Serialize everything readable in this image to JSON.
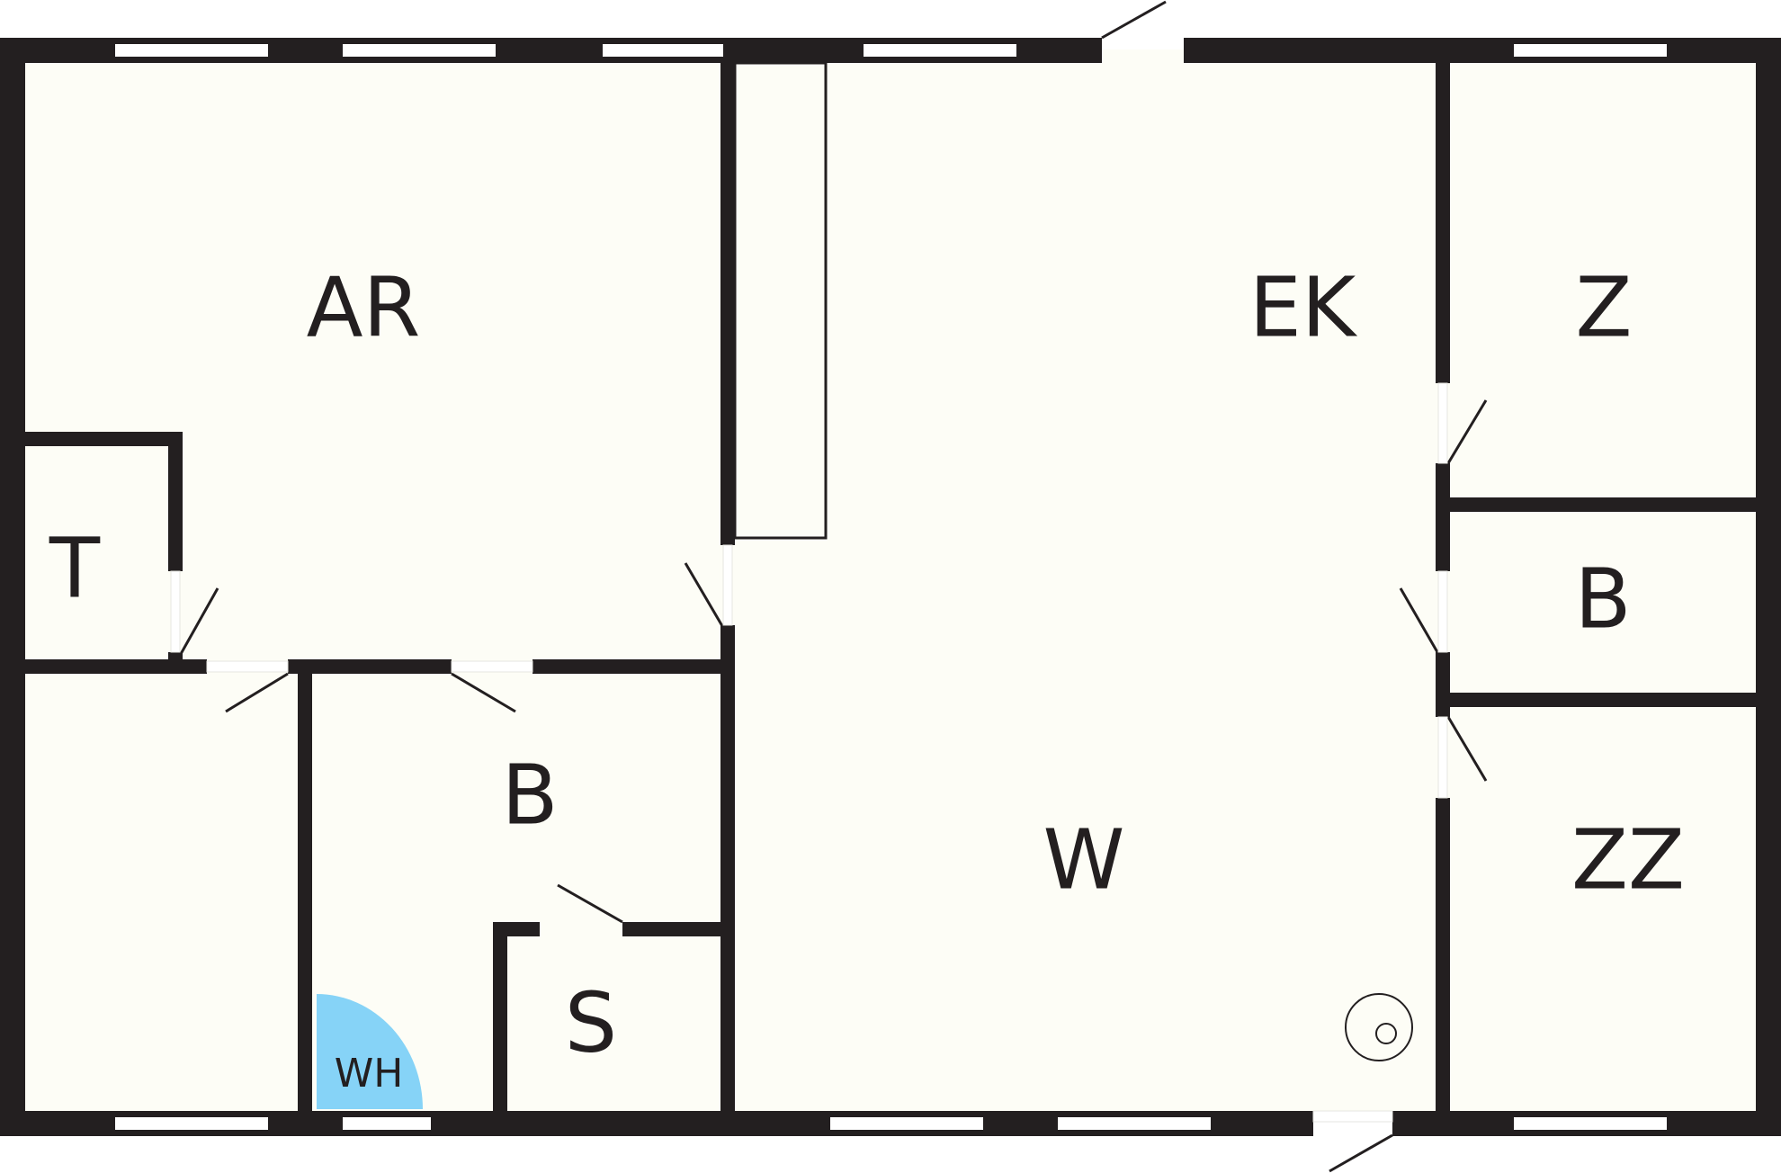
{
  "floorplan": {
    "rooms": [
      {
        "id": "ar",
        "label": "AR"
      },
      {
        "id": "ek",
        "label": "EK"
      },
      {
        "id": "z",
        "label": "Z"
      },
      {
        "id": "t",
        "label": "T"
      },
      {
        "id": "b-right",
        "label": "B"
      },
      {
        "id": "b-left",
        "label": "B"
      },
      {
        "id": "w",
        "label": "W"
      },
      {
        "id": "zz",
        "label": "ZZ"
      },
      {
        "id": "s",
        "label": "S"
      },
      {
        "id": "wh",
        "label": "WH"
      }
    ],
    "colors": {
      "wall": "#231f20",
      "floor": "#fdfdf6",
      "window": "#ffffff",
      "fixture_blue": "#86d3f7"
    },
    "icons": [
      "door-swing-icon",
      "window-icon",
      "water-heater-icon",
      "floor-drain-icon"
    ]
  }
}
